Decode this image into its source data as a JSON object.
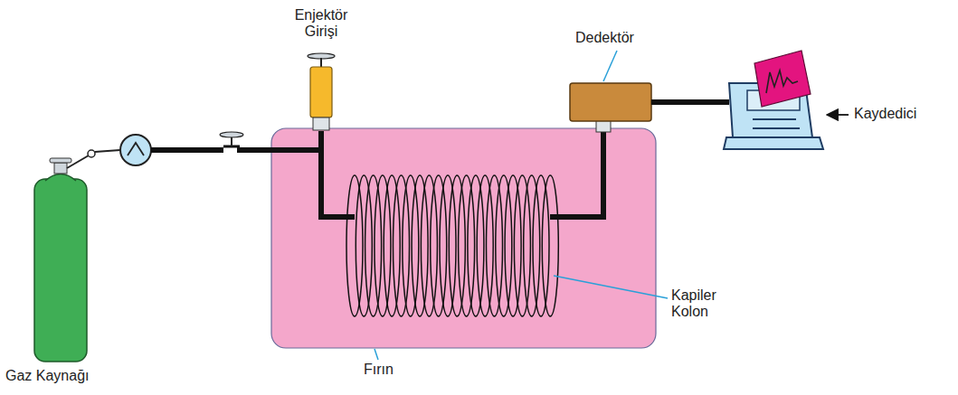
{
  "diagram": {
    "labels": [
      "Enjektör Girişi",
      "Dedektör",
      "Kaydedici",
      "Gaz Kaynağı",
      "Fırın",
      "Kapiler Kolon"
    ]
  }
}
